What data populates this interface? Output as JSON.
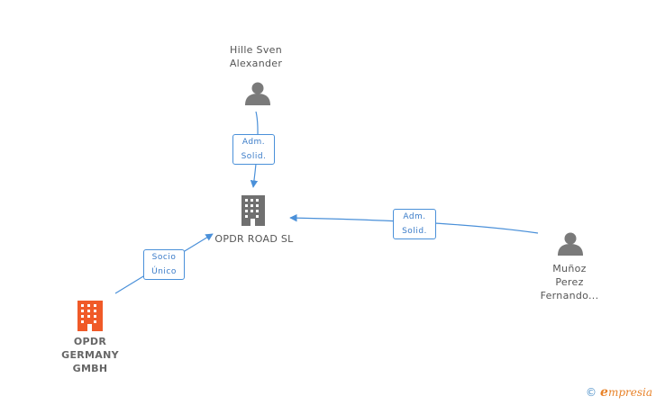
{
  "nodes": {
    "person_top": {
      "lines": [
        "Hille Sven",
        "Alexander"
      ]
    },
    "company_center": {
      "lines": [
        "OPDR ROAD  SL"
      ]
    },
    "person_right": {
      "lines": [
        "Muñoz",
        "Perez",
        "Fernando..."
      ]
    },
    "company_left": {
      "lines": [
        "OPDR",
        "GERMANY",
        "GMBH"
      ]
    }
  },
  "edges": {
    "top": {
      "lines": [
        "Adm.",
        "Solid."
      ]
    },
    "right": {
      "lines": [
        "Adm.",
        "Solid."
      ]
    },
    "left": {
      "lines": [
        "Socio",
        "Único"
      ]
    }
  },
  "colors": {
    "edge": "#4a90d9",
    "person_icon": "#7a7a7a",
    "company_icon": "#707070",
    "company_highlight": "#f05a28"
  },
  "icons": {
    "person": "person-icon",
    "company": "building-icon"
  },
  "brand": {
    "symbol": "©",
    "initial": "e",
    "rest": "mpresia"
  }
}
